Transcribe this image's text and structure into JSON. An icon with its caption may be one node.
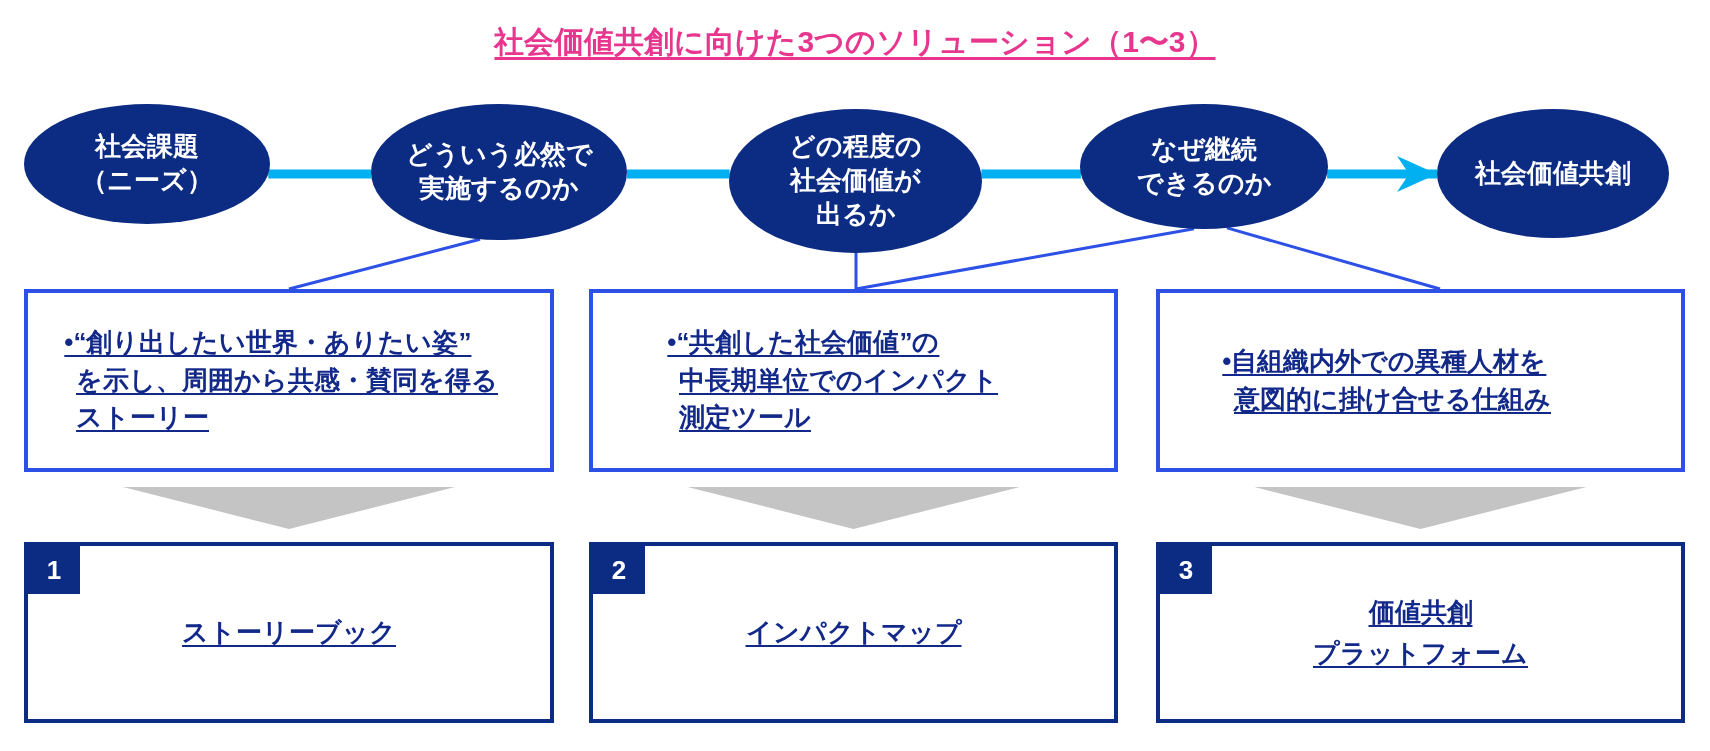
{
  "diagram": {
    "title": "社会価値共創に向けた3つのソリューション（1〜3）",
    "nodes": [
      {
        "text": [
          "社会課題（ニーズ）"
        ]
      },
      {
        "text": [
          "どういう必然で実施するのか"
        ]
      },
      {
        "text": [
          "どの程度の社会価値が出るか"
        ]
      },
      {
        "text": [
          "なぜ継続できるのか"
        ]
      },
      {
        "text": [
          "社会価値共創"
        ]
      },
      {
        "text": [
          "•“創り出したい世界・ありたい姿”を示し、周囲から共感・賛同を得るストーリー"
        ]
      },
      {
        "text": [
          "•“共創した社会価値”の中長期単位でのインパクト測定ツール"
        ]
      },
      {
        "text": [
          "•自組織内外での異種人材を意図的に掛け合せる仕組み"
        ]
      },
      {
        "text": [
          "ストーリーブック"
        ]
      },
      {
        "text": [
          "1"
        ],
        "in": 8
      },
      {
        "text": [
          "インパクトマップ"
        ]
      },
      {
        "text": [
          "2"
        ],
        "in": 10
      },
      {
        "text": [
          "価値共創プラットフォーム"
        ]
      },
      {
        "text": [
          "3"
        ],
        "in": 12
      }
    ],
    "edges": [
      {
        "from": 0,
        "to": 1,
        "arrow": "none",
        "style": "thick",
        "color": "#00b0f0"
      },
      {
        "from": 1,
        "to": 2,
        "arrow": "none",
        "style": "thick",
        "color": "#00b0f0"
      },
      {
        "from": 2,
        "to": 3,
        "arrow": "none",
        "style": "thick",
        "color": "#00b0f0"
      },
      {
        "from": 3,
        "to": 4,
        "arrow": "to",
        "style": "thick",
        "color": "#00b0f0"
      },
      {
        "from": 1,
        "to": 5,
        "arrow": "none",
        "color": "#2d50e6"
      },
      {
        "from": 2,
        "to": 6,
        "arrow": "none",
        "color": "#2d50e6"
      },
      {
        "from": 3,
        "to": 6,
        "arrow": "none",
        "color": "#2d50e6"
      },
      {
        "from": 3,
        "to": 7,
        "arrow": "none",
        "color": "#2d50e6"
      },
      {
        "from": 5,
        "to": 8,
        "arrow": "to",
        "style": "thick",
        "color": "#c4c4c4"
      },
      {
        "from": 6,
        "to": 10,
        "arrow": "to",
        "style": "thick",
        "color": "#c4c4c4"
      },
      {
        "from": 7,
        "to": 12,
        "arrow": "to",
        "style": "thick",
        "color": "#c4c4c4"
      }
    ]
  }
}
